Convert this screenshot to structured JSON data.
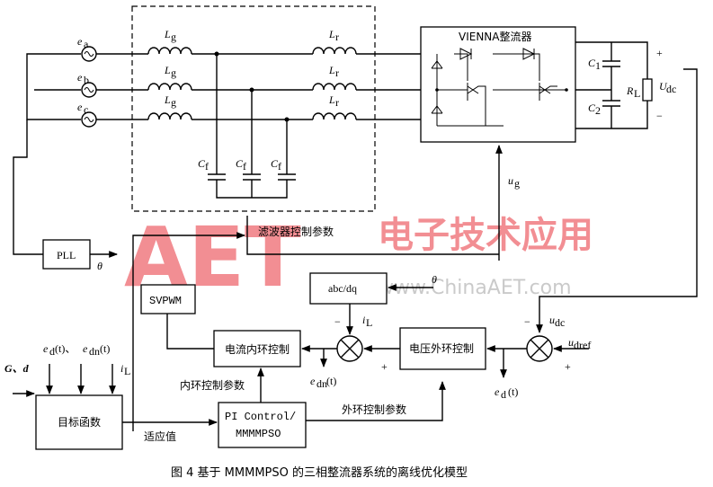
{
  "colors": {
    "line": "#000000",
    "watermark_red": "#e8323c",
    "watermark_gray": "#a0a0a0"
  },
  "labels": {
    "Lg": "L",
    "Lg_sub": "g",
    "Lr": "L",
    "Lr_sub": "r",
    "Cf": "C",
    "Cf_sub": "f",
    "ea": "e",
    "ea_sub": "a",
    "eb": "e",
    "eb_sub": "b",
    "ec": "e",
    "ec_sub": "c",
    "C1": "C",
    "C1_sub": "1",
    "C2": "C",
    "C2_sub": "2",
    "RL": "R",
    "RL_sub": "L",
    "Udc": "U",
    "Udc_sub": "dc",
    "plus": "+",
    "minus": "−",
    "ug": "u",
    "ug_sub": "g",
    "theta": "θ",
    "iL": "i",
    "iL_sub": "L",
    "udc": "u",
    "udc_sub": "dc",
    "udref": "u",
    "udref_sub": "dref",
    "edn_t": "e",
    "edn_t_sub": "dn",
    "edn_t_tail": "(t)",
    "ed_t": "e",
    "ed_t_sub": "d",
    "ed_t_tail": "(t)",
    "inputs_ed": "e",
    "inputs_ed_sub": "d",
    "inputs_ed_tail": "(t)、",
    "inputs_edn": "e",
    "inputs_edn_sub": "dn",
    "inputs_edn_tail": "(t)",
    "inputs_iL": "i",
    "inputs_iL_sub": "L",
    "G_d": "G、d"
  },
  "blocks": {
    "vienna": "VIENNA整流器",
    "pll": "PLL",
    "svpwm": "SVPWM",
    "abc_dq": "abc/dq",
    "current_loop": "电流内环控制",
    "voltage_loop": "电压外环控制",
    "objective": "目标函数",
    "pi_line1": "PI Control/",
    "pi_line2": "MMMMPSO"
  },
  "annotations": {
    "filter_params": "滤波器控制参数",
    "inner_params": "内环控制参数",
    "outer_params": "外环控制参数",
    "fitness": "适应值"
  },
  "caption": "图 4  基于 MMMMPSO 的三相整流器系统的离线优化模型",
  "watermark": {
    "logo": "AET",
    "brand": "电子技术应用",
    "url": "www.ChinaAET.com"
  }
}
